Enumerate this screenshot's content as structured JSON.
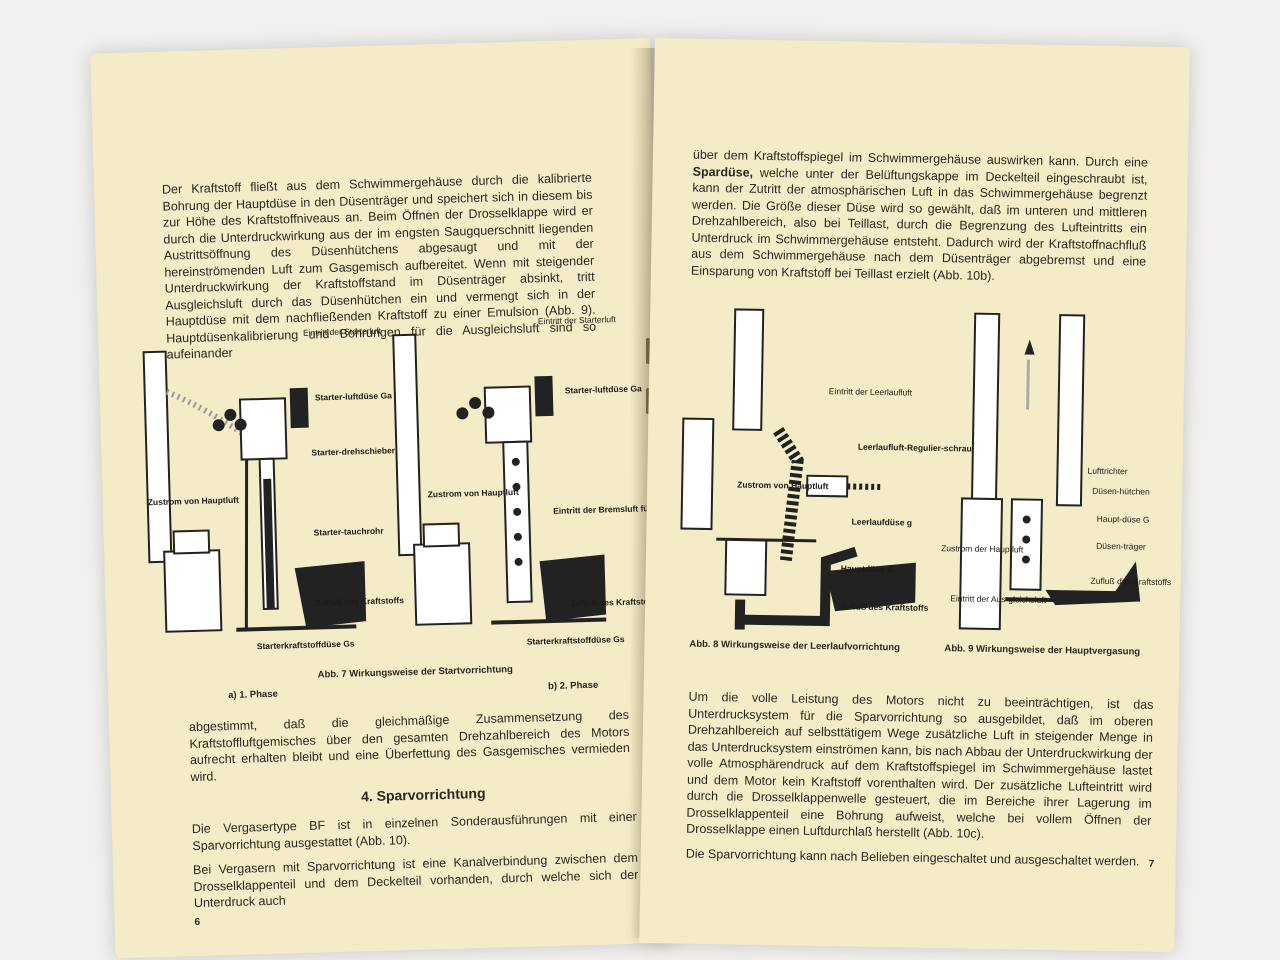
{
  "left_page": {
    "paragraph_1": "Der Kraftstoff fließt aus dem Schwimmergehäuse durch die kalibrierte Bohrung der Hauptdüse in den Düsenträger und speichert sich in diesem bis zur Höhe des Kraftstoffniveaus an. Beim Öffnen der Drosselklappe wird er durch die Unterdruckwirkung aus der im engsten Saugquerschnitt liegenden Austrittsöffnung des Düsenhütchens abgesaugt und mit der hereinströmenden Luft zum Gasgemisch aufbereitet. Wenn mit steigender Unterdruckwirkung der Kraftstoffstand im Düsenträger absinkt, tritt Ausgleichsluft durch das Düsenhütchen ein und vermengt sich in der Hauptdüse mit dem nachfließenden Kraftstoff zu einer Emulsion (Abb. 9). Hauptdüsenkalibrierung und Bohrungen für die Ausgleichsluft sind so aufeinander",
    "fig7": {
      "caption": "Abb. 7 Wirkungsweise der Startvorrichtung",
      "phase_a": "a) 1. Phase",
      "phase_b": "b) 2. Phase",
      "a_labels": {
        "eintritt": "Eintritt der Starterluft",
        "duese": "Starter-luftdüse Ga",
        "drehschieber": "Starter-drehschieber",
        "zustrom": "Zustrom von Hauptluft",
        "tauchrohr": "Starter-tauchrohr",
        "zufluss": "Zufluß des Kraftstoffs",
        "kraftstoffduese": "Starterkraftstoffdüse Gs"
      },
      "b_labels": {
        "eintritt": "Eintritt der Starterluft",
        "duese": "Starter-luftdüse Ga",
        "zustrom": "Zustrom von Hauptluft",
        "bremsluft": "Eintritt der Bremsluft für Starter",
        "zufluss": "Zufluß des Kraftstoffs",
        "kraftstoffduese": "Starterkraftstoffdüse Gs"
      }
    },
    "paragraph_2": "abgestimmt, daß die gleichmäßige Zusammensetzung des Kraftstoffluftgemisches über den gesamten Drehzahlbereich des Motors aufrecht erhalten bleibt und eine Überfettung des Gasgemisches vermieden wird.",
    "section_heading": "4. Sparvorrichtung",
    "paragraph_3": "Die Vergasertype BF ist in einzelnen Sonderausführungen mit einer Sparvorrichtung ausgestattet (Abb. 10).",
    "paragraph_4": "Bei Vergasern mit Sparvorrichtung ist eine Kanalverbindung zwischen dem Drosselklappenteil und dem Deckelteil vorhanden, durch welche sich der Unterdruck auch",
    "page_number": "6"
  },
  "right_page": {
    "paragraph_1_pre": "über dem Kraftstoffspiegel im Schwimmergehäuse auswirken kann. Durch eine ",
    "paragraph_1_bold": "Spardüse,",
    "paragraph_1_post": " welche unter der Belüftungskappe im Deckelteil eingeschraubt ist, kann der Zutritt der atmosphärischen Luft in das Schwimmergehäuse begrenzt werden. Die Größe dieser Düse wird so gewählt, daß im unteren und mittleren Drehzahlbereich, also bei Teillast, durch die Begrenzung des Lufteintritts ein Unterdruck im Schwimmergehäuse entsteht. Dadurch wird der Kraftstoffnachfluß aus dem Schwimmergehäuse nach dem Düsenträger abgebremst und eine Einsparung von Kraftstoff bei Teillast erzielt (Abb. 10b).",
    "fig8": {
      "caption": "Abb. 8 Wirkungsweise der Leerlaufvorrichtung",
      "labels": {
        "eintritt": "Eintritt der Leerlaufluft",
        "regulier": "Leerlaufluft-Regulier-schraube",
        "zustrom": "Zustrom von Hauptluft",
        "leerlaufduese": "Leerlaufdüse g",
        "hauptduese": "Hauptdüse G",
        "zufluss": "Zufluß des Kraftstoffs"
      }
    },
    "fig9": {
      "caption": "Abb. 9 Wirkungsweise der Hauptvergasung",
      "labels": {
        "lufttrichter": "Lufttrichter",
        "huetchen": "Düsen-hütchen",
        "hauptduese": "Haupt-düse G",
        "traeger": "Düsen-träger",
        "zustrom": "Zustrom der Hauptluft",
        "zufluss": "Zufluß des Kraftstoffs",
        "ausgleich": "Eintritt der Aus-gleichsluft"
      }
    },
    "paragraph_2": "Um die volle Leistung des Motors nicht zu beeinträchtigen, ist das Unterdrucksystem für die Sparvorrichtung so ausgebildet, daß im oberen Drehzahlbereich auf selbsttätigem Wege zusätzliche Luft in steigender Menge in das Unterdrucksystem einströmen kann, bis nach Abbau der Unterdruckwirkung der volle Atmosphärendruck auf dem Kraftstoffspiegel im Schwimmergehäuse lastet und dem Motor kein Kraftstoff vorenthalten wird. Der zusätzliche Lufteintritt wird durch die Drosselklappenwelle gesteuert, die im Bereiche ihrer Lagerung im Drosselklappenteil eine Bohrung aufweist, welche bei vollem Öffnen der Drosselklappe einen Luftdurchlaß herstellt (Abb. 10c).",
    "paragraph_3": "Die Sparvorrichtung kann nach Belieben eingeschaltet und ausgeschaltet werden.",
    "page_number": "7"
  }
}
